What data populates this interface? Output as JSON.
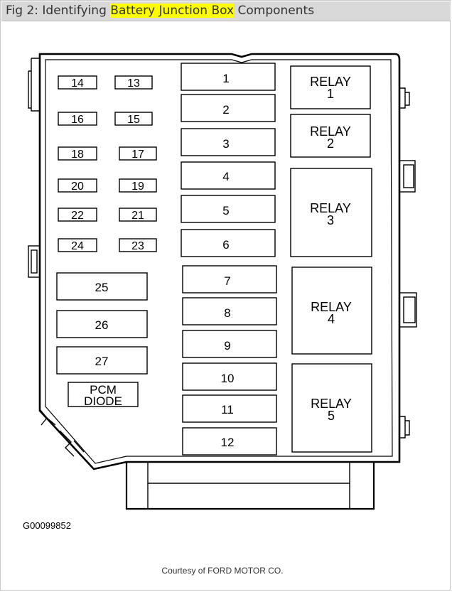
{
  "title": {
    "prefix": "Fig 2: Identifying ",
    "highlight": "Battery Junction Box",
    "suffix": " Components"
  },
  "colors": {
    "highlight": "#ffff00",
    "title_bar": "#d9d9d9",
    "line": "#000000"
  },
  "fuses": {
    "f14": "14",
    "f13": "13",
    "f16": "16",
    "f15": "15",
    "f18": "18",
    "f17": "17",
    "f20": "20",
    "f19": "19",
    "f22": "22",
    "f21": "21",
    "f24": "24",
    "f23": "23",
    "f25": "25",
    "f26": "26",
    "f27": "27",
    "f1": "1",
    "f2": "2",
    "f3": "3",
    "f4": "4",
    "f5": "5",
    "f6": "6",
    "f7": "7",
    "f8": "8",
    "f9": "9",
    "f10": "10",
    "f11": "11",
    "f12": "12"
  },
  "pcm_diode": {
    "line1": "PCM",
    "line2": "DIODE"
  },
  "relays": {
    "word": "RELAY",
    "r1": "1",
    "r2": "2",
    "r3": "3",
    "r4": "4",
    "r5": "5"
  },
  "figure_code": "G00099852",
  "courtesy": "Courtesy of FORD MOTOR CO."
}
